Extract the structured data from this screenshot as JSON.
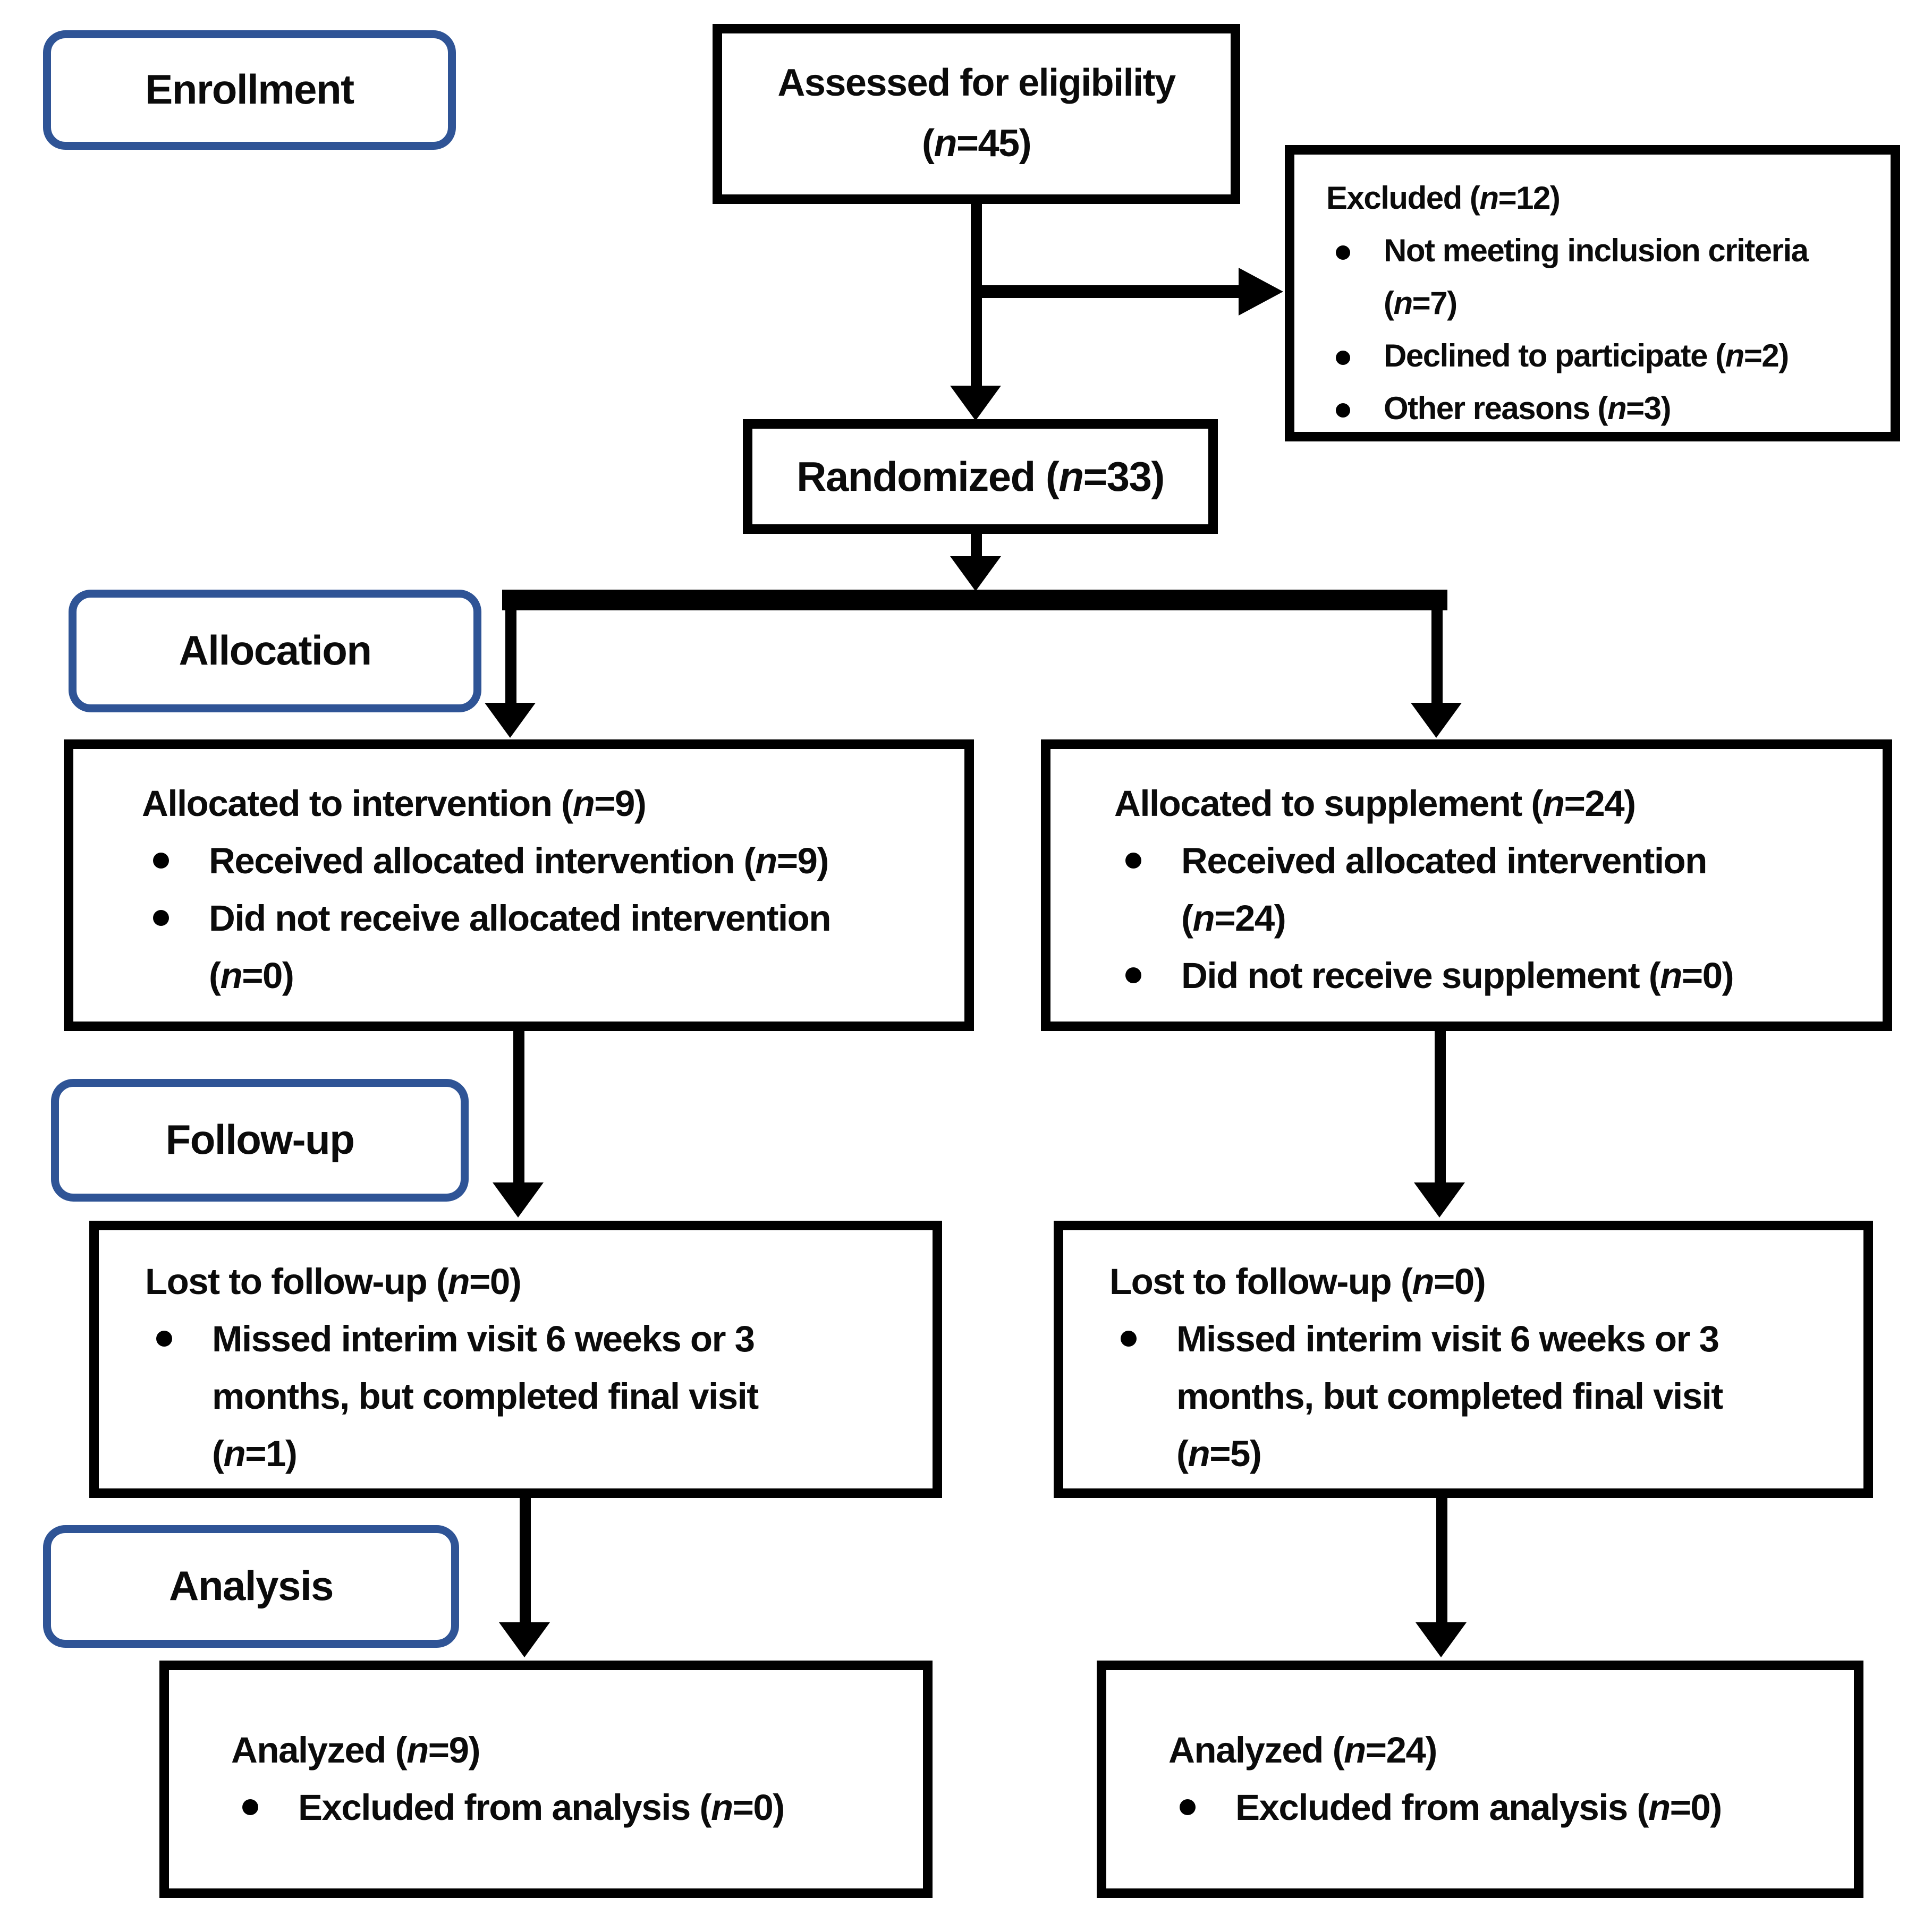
{
  "diagram_title": "CONSORT participant flow diagram",
  "colors": {
    "stage_label_border": "#2f5496",
    "flow_box_border": "#000000",
    "text": "#0b0b0b",
    "background": "#ffffff"
  },
  "stages": {
    "enrollment": "Enrollment",
    "allocation": "Allocation",
    "followup": "Follow-up",
    "analysis": "Analysis"
  },
  "boxes": {
    "assessed": {
      "line1": "Assessed for eligibility",
      "line2": "(n=45)"
    },
    "excluded": {
      "title": "Excluded (n=12)",
      "bullets": [
        "Not meeting inclusion criteria\n(n=7)",
        "Declined to participate (n=2)",
        "Other reasons (n=3)"
      ]
    },
    "randomized": {
      "label": "Randomized (n=33)"
    },
    "allocation_intervention": {
      "title": "Allocated to intervention (n=9)",
      "bullets": [
        "Received allocated intervention (n=9)",
        "Did not receive allocated intervention\n(n=0)"
      ]
    },
    "allocation_supplement": {
      "title": "Allocated to supplement (n=24)",
      "bullets": [
        "Received allocated intervention\n(n=24)",
        "Did not receive supplement (n=0)"
      ]
    },
    "followup_intervention": {
      "title": "Lost to follow-up (n=0)",
      "bullets": [
        "Missed interim visit 6 weeks or 3\nmonths, but completed final visit\n(n=1)"
      ]
    },
    "followup_supplement": {
      "title": "Lost to follow-up (n=0)",
      "bullets": [
        "Missed interim visit 6 weeks or 3\nmonths, but completed final visit\n(n=5)"
      ]
    },
    "analysis_intervention": {
      "title": "Analyzed (n=9)",
      "bullets": [
        "Excluded from analysis (n=0)"
      ]
    },
    "analysis_supplement": {
      "title": "Analyzed (n=24)",
      "bullets": [
        "Excluded from analysis (n=0)"
      ]
    }
  }
}
